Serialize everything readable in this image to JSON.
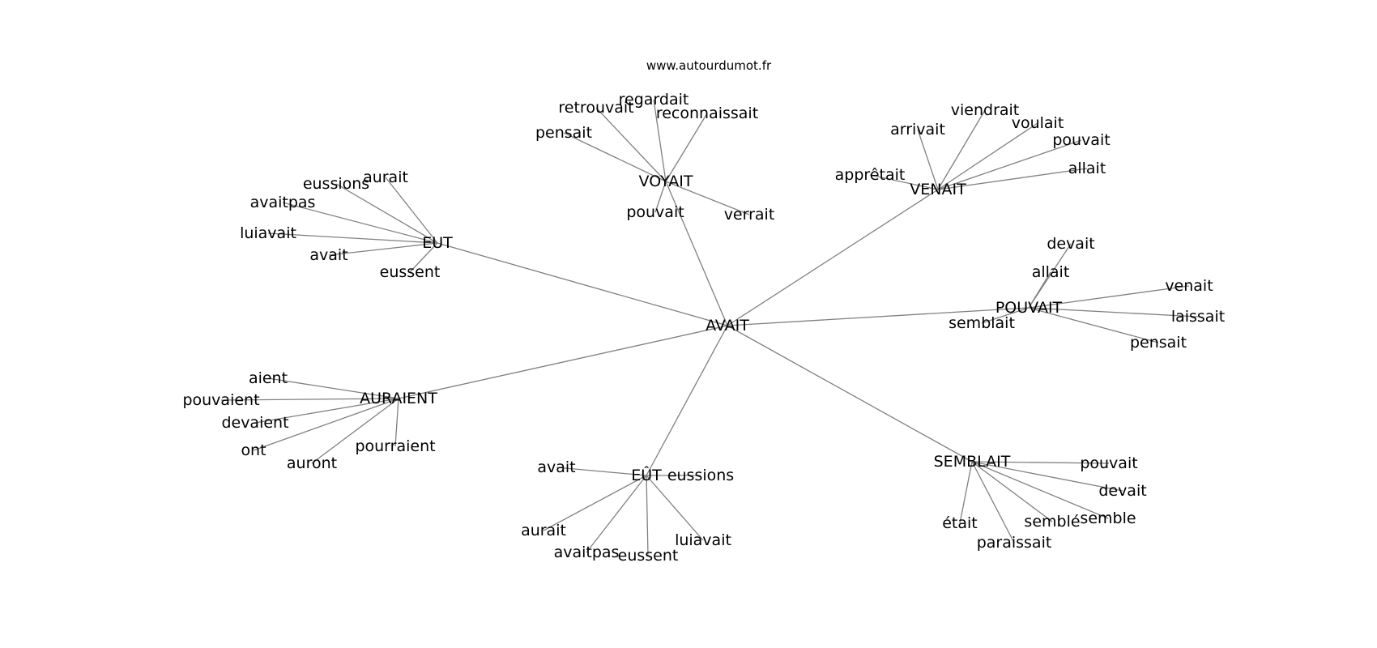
{
  "source": "www.autourdumot.fr",
  "graph": {
    "center": "AVAIT",
    "hubs": [
      {
        "id": "EUT",
        "label": "EUT",
        "words": [
          "aurait",
          "eussions",
          "avaitpas",
          "luiavait",
          "avait",
          "eussent"
        ]
      },
      {
        "id": "VOYAIT",
        "label": "VOYAIT",
        "words": [
          "regardait",
          "retrouvait",
          "reconnaissait",
          "pensait",
          "pouvait",
          "verrait"
        ]
      },
      {
        "id": "VENAIT",
        "label": "VENAIT",
        "words": [
          "viendrait",
          "arrivait",
          "voulait",
          "pouvait",
          "allait",
          "apprêtait"
        ]
      },
      {
        "id": "POUVAIT",
        "label": "POUVAIT",
        "words": [
          "devait",
          "allait",
          "venait",
          "laissait",
          "pensait",
          "semblait"
        ]
      },
      {
        "id": "AURAIENT",
        "label": "AURAIENT",
        "words": [
          "aient",
          "pouvaient",
          "devaient",
          "ont",
          "auront",
          "pourraient"
        ]
      },
      {
        "id": "EUT2",
        "label": "EÛT",
        "words": [
          "avait",
          "eussions",
          "aurait",
          "avaitpas",
          "eussent",
          "luiavait"
        ]
      },
      {
        "id": "SEMBLAIT",
        "label": "SEMBLAIT",
        "words": [
          "pouvait",
          "devait",
          "semble",
          "semblé",
          "était",
          "paraissait"
        ]
      }
    ]
  }
}
